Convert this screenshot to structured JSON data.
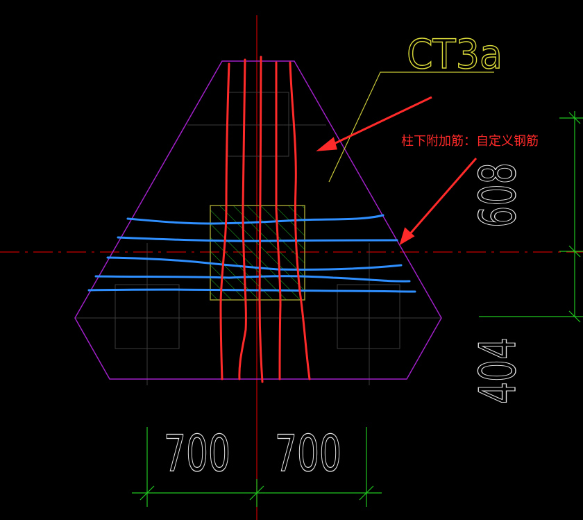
{
  "drawing": {
    "label": "CT3a",
    "annotation": "柱下附加筋：自定义钢筋",
    "dimensions": {
      "bottom_left": "700",
      "bottom_right": "700",
      "right_upper": "608",
      "right_lower": "404"
    }
  },
  "colors": {
    "background": "#000000",
    "outline": "#a020c8",
    "label": "#d8d83a",
    "leader": "#c8c83a",
    "rebar_vertical": "#ff2a2a",
    "rebar_horizontal": "#2f8fff",
    "dimension": "#20c820",
    "annotation": "#ff2a2a",
    "axis": "#c80000",
    "column": "#9a9a30",
    "hatch": "#20a020",
    "faint": "#404040"
  }
}
